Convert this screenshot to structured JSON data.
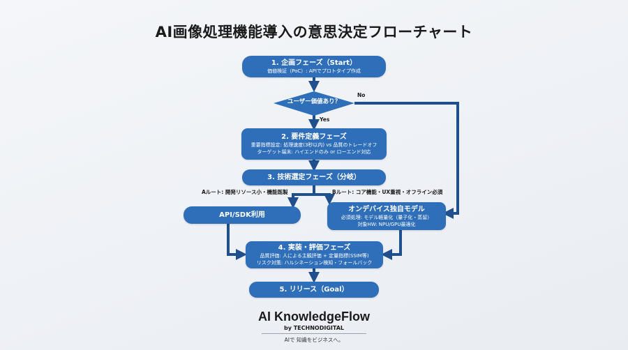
{
  "title": "AI画像処理機能導入の意思決定フローチャート",
  "nodes": {
    "planning": {
      "title": "1. 企画フェーズ（Start）",
      "sub": "価値検証（PoC）: APIでプロトタイプ作成"
    },
    "decision": {
      "label": "ユーザー価値あり？"
    },
    "requirements": {
      "title": "2. 要件定義フェーズ",
      "sub1": "重要指標設定: 処理速度(3秒以内) vs 品質のトレードオフ",
      "sub2": "ターゲット端末: ハイエンドのみ or ローエンド対応"
    },
    "tech_selection": {
      "title": "3. 技術選定フェーズ（分岐）"
    },
    "api_sdk": {
      "title": "API/SDK利用"
    },
    "on_device": {
      "title": "オンデバイス独自モデル",
      "sub1": "必須処理: モデル軽量化（量子化・蒸留）",
      "sub2": "対象HW: NPU/GPU最適化"
    },
    "implementation": {
      "title": "4. 実装・評価フェーズ",
      "sub1": "品質評価: 人による主観評価 + 定量指標(SSIM等)",
      "sub2": "リスク対策: ハルシネーション検知・フォールバック"
    },
    "release": {
      "title": "5. リリース（Goal）"
    }
  },
  "edges": {
    "no_label": "No",
    "yes_label": "Yes",
    "route_a_label": "Aルート: 開発リソース小・機能既製",
    "route_b_label": "Bルート: コア機能・UX重視・オフライン必須"
  },
  "footer": {
    "brand": "AI KnowledgeFlow",
    "by": "by TECHNODIGITAL",
    "tagline": "AIで 知識をビジネスへ。"
  },
  "colors": {
    "node_fill": "#2f6eb8",
    "connector": "#1f4f8c",
    "text_dark": "#1a1a1a"
  }
}
